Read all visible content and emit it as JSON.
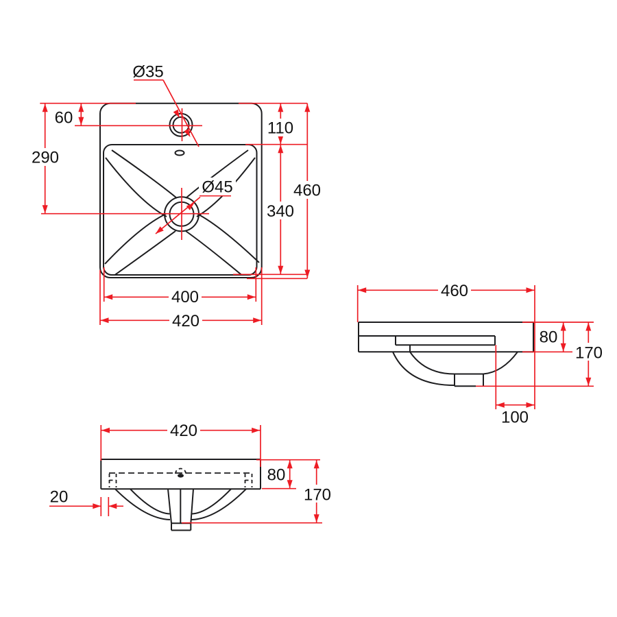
{
  "drawing": {
    "type": "technical-dimension-drawing",
    "subject": "square countertop washbasin",
    "background_color": "#ffffff",
    "outline_color": "#1d1d1f",
    "dimension_color": "#ed1c24",
    "views": {
      "top": {
        "label": "plan-view",
        "dims": {
          "faucet_dia": "Ø35",
          "faucet_offset": "60",
          "drain_offset": "290",
          "rim_to_basin": "110",
          "overall_depth": "460",
          "basin_depth": "340",
          "drain_dia": "Ø45",
          "basin_width": "400",
          "overall_width": "420"
        }
      },
      "side": {
        "label": "side-view",
        "dims": {
          "overall_depth": "460",
          "rim_thickness": "80",
          "overall_height": "170",
          "drain_to_edge": "100"
        }
      },
      "front": {
        "label": "front-view",
        "dims": {
          "overall_width": "420",
          "mount_inset": "20",
          "rim_thickness": "80",
          "overall_height": "170"
        }
      }
    }
  }
}
